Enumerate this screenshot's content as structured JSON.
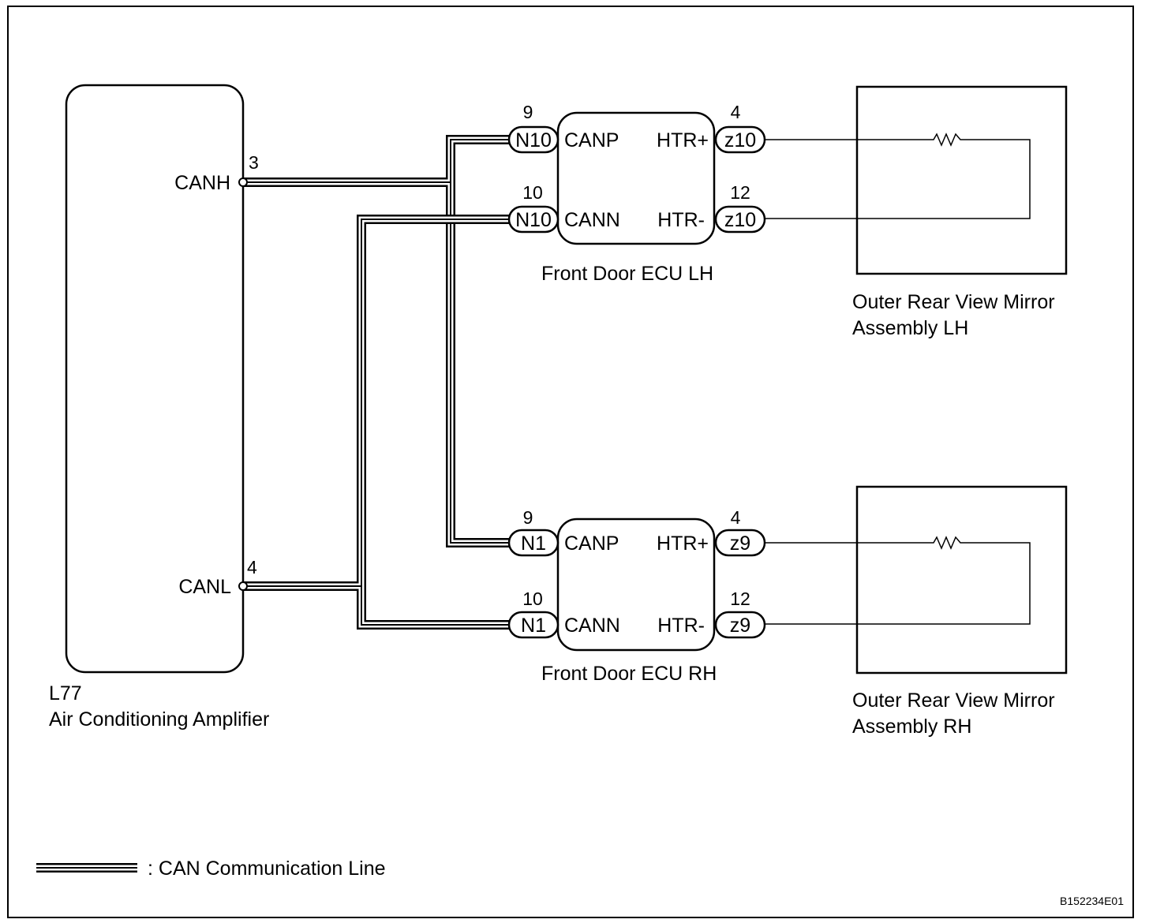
{
  "amplifier": {
    "code": "L77",
    "name": "Air Conditioning Amplifier",
    "terminals": [
      {
        "label": "CANH",
        "pin": "3"
      },
      {
        "label": "CANL",
        "pin": "4"
      }
    ]
  },
  "ecu_lh": {
    "name": "Front Door ECU LH",
    "left_connector": "N10",
    "right_connector": "z10",
    "rows": [
      {
        "left_pin": "9",
        "left_label": "CANP",
        "right_label": "HTR+",
        "right_pin": "4"
      },
      {
        "left_pin": "10",
        "left_label": "CANN",
        "right_label": "HTR-",
        "right_pin": "12"
      }
    ]
  },
  "ecu_rh": {
    "name": "Front Door ECU RH",
    "left_connector": "N1",
    "right_connector": "z9",
    "rows": [
      {
        "left_pin": "9",
        "left_label": "CANP",
        "right_label": "HTR+",
        "right_pin": "4"
      },
      {
        "left_pin": "10",
        "left_label": "CANN",
        "right_label": "HTR-",
        "right_pin": "12"
      }
    ]
  },
  "mirror_lh": {
    "line1": "Outer Rear View Mirror",
    "line2": "Assembly LH"
  },
  "mirror_rh": {
    "line1": "Outer Rear View Mirror",
    "line2": "Assembly RH"
  },
  "legend": {
    "text": ": CAN Communication Line"
  },
  "figure_code": "B152234E01"
}
